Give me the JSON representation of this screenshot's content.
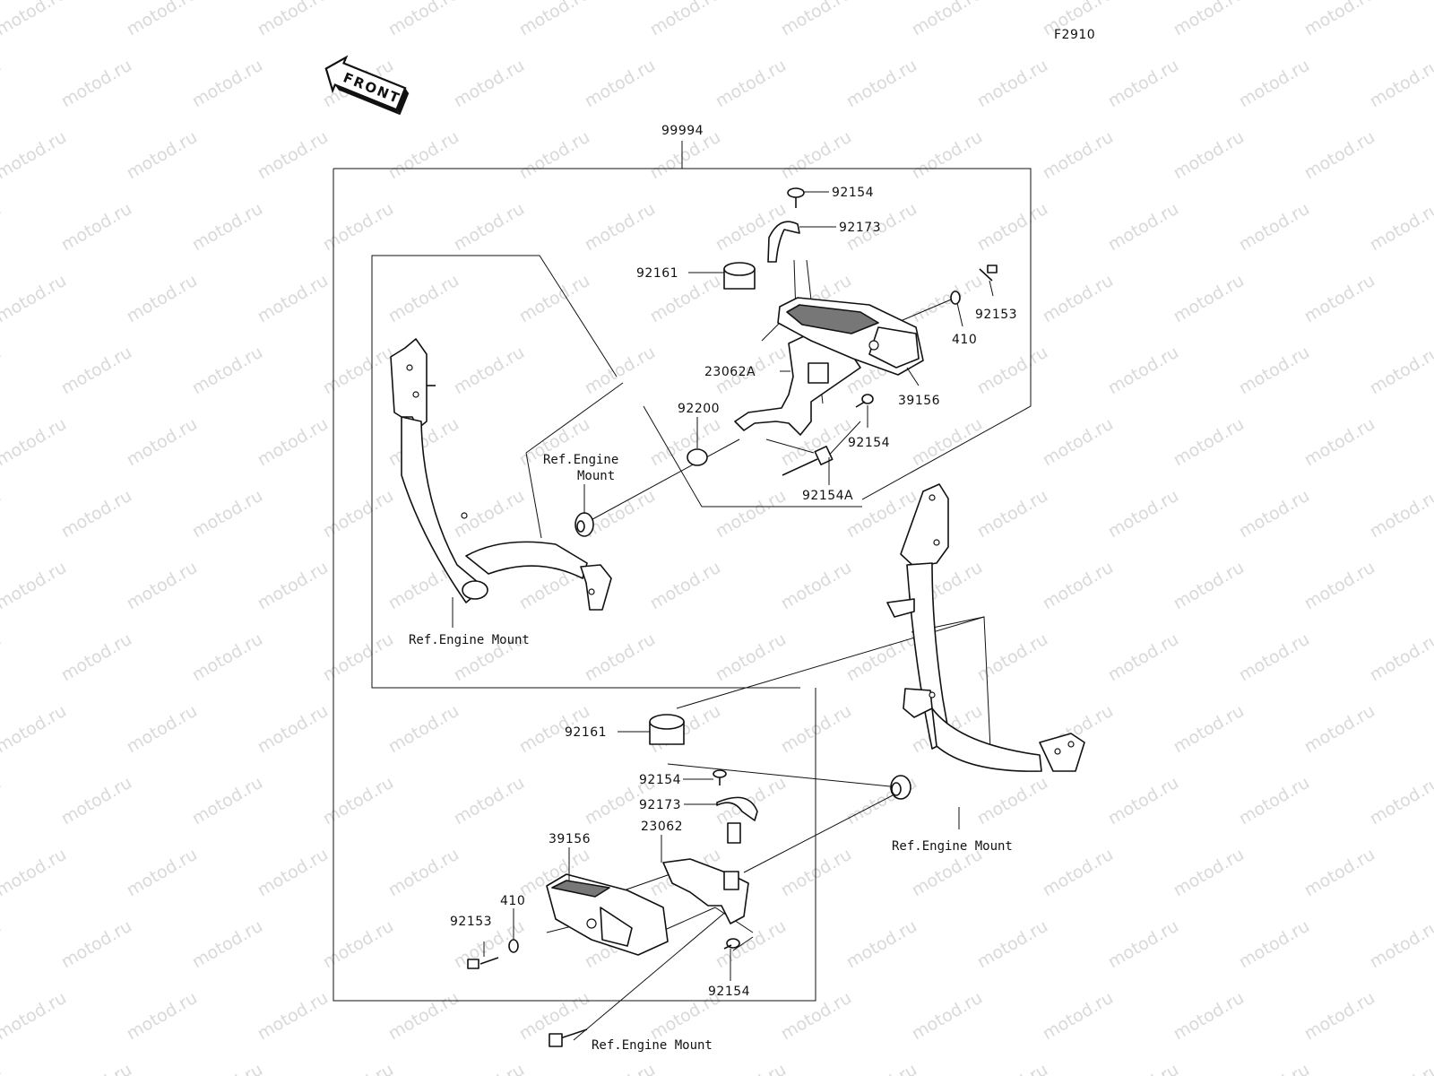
{
  "diagram_code": "F2910",
  "direction_label": "FRONT",
  "assembly_number": "99994",
  "watermark": "motod.ru",
  "parts": {
    "p92154_top": "92154",
    "p92173_top": "92173",
    "p92161_top": "92161",
    "p92153_right": "92153",
    "p410_right": "410",
    "p23062A": "23062A",
    "p39156_right": "39156",
    "p92200": "92200",
    "p92154_mid": "92154",
    "p92154A": "92154A",
    "p92161_bottom": "92161",
    "p92154_lower": "92154",
    "p92173_lower": "92173",
    "p23062": "23062",
    "p39156_left": "39156",
    "p410_left": "410",
    "p92153_left": "92153",
    "p92154_bottom": "92154"
  },
  "refs": {
    "engine_mount_top_line1": "Ref.Engine",
    "engine_mount_top_line2": "Mount",
    "engine_mount_left": "Ref.Engine Mount",
    "engine_mount_right": "Ref.Engine Mount",
    "engine_mount_bottom": "Ref.Engine Mount"
  }
}
